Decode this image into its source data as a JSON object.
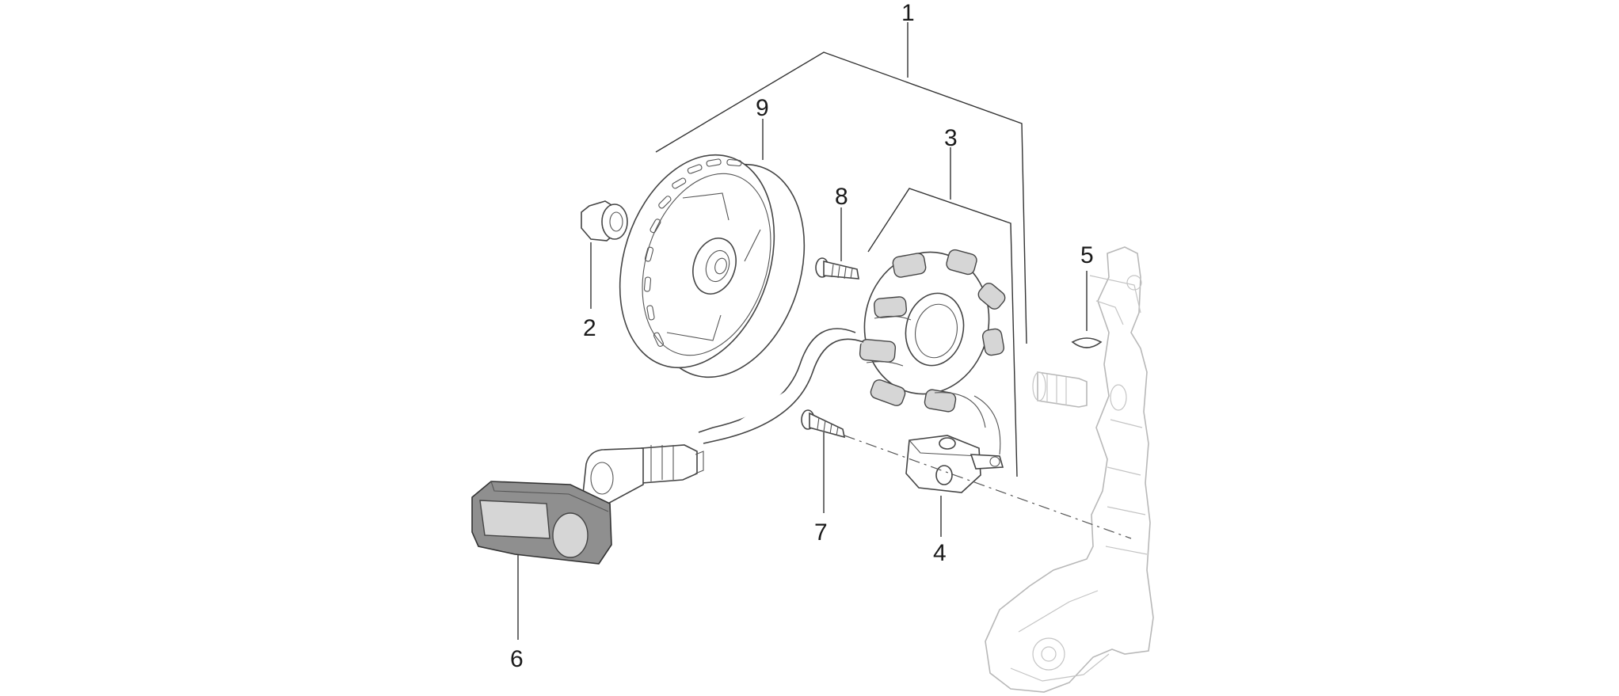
{
  "diagram": {
    "type": "exploded parts diagram",
    "subject": "flywheel magneto / stator assembly",
    "callouts": [
      {
        "id": "1",
        "label": "1"
      },
      {
        "id": "2",
        "label": "2"
      },
      {
        "id": "3",
        "label": "3"
      },
      {
        "id": "4",
        "label": "4"
      },
      {
        "id": "5",
        "label": "5"
      },
      {
        "id": "6",
        "label": "6"
      },
      {
        "id": "7",
        "label": "7"
      },
      {
        "id": "8",
        "label": "8"
      },
      {
        "id": "9",
        "label": "9"
      }
    ],
    "parts": [
      {
        "callout": "1",
        "icon": "bracket-group-icon"
      },
      {
        "callout": "2",
        "icon": "flange-nut-icon"
      },
      {
        "callout": "3",
        "icon": "stator-icon"
      },
      {
        "callout": "4",
        "icon": "pickup-sensor-icon"
      },
      {
        "callout": "5",
        "icon": "woodruff-key-icon"
      },
      {
        "callout": "6",
        "icon": "connector-cover-icon"
      },
      {
        "callout": "7",
        "icon": "screw-icon"
      },
      {
        "callout": "8",
        "icon": "screw-icon"
      },
      {
        "callout": "9",
        "icon": "flywheel-rotor-icon"
      }
    ],
    "colors": {
      "line": "#333333",
      "ghost": "#b8b8b8",
      "dark": "#8f8f8f",
      "background": "#ffffff"
    }
  }
}
